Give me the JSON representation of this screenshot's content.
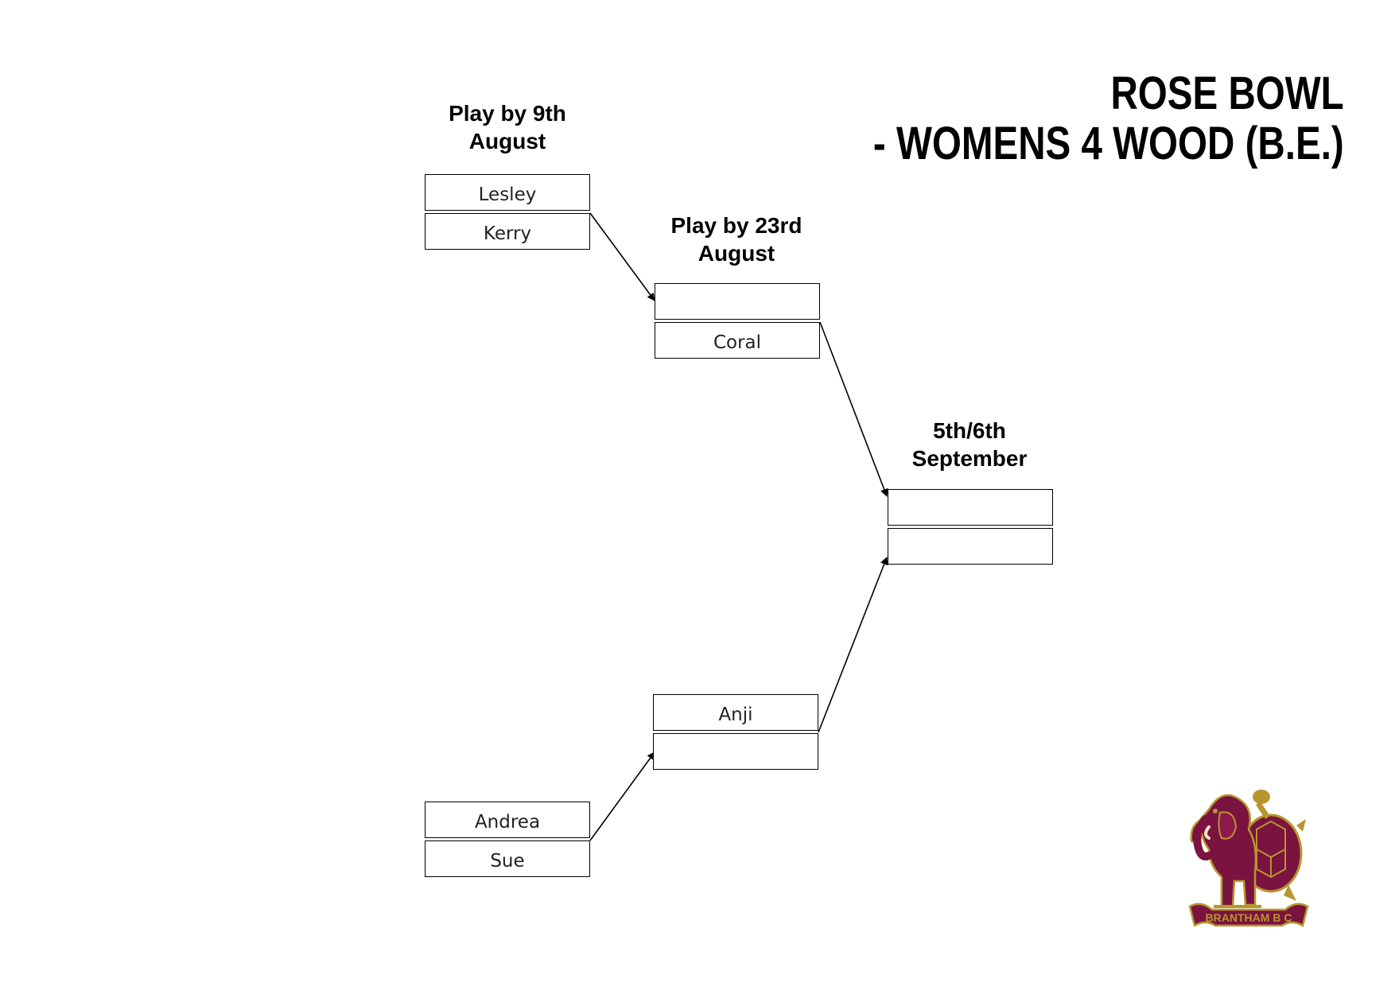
{
  "title": {
    "line1": "ROSE BOWL",
    "line2": "- WOMENS 4 WOOD (B.E.)"
  },
  "rounds": [
    {
      "heading_line1": "Play by 9th",
      "heading_line2": "August"
    },
    {
      "heading_line1": "Play by 23rd",
      "heading_line2": "August"
    },
    {
      "heading_line1": "5th/6th",
      "heading_line2": "September"
    }
  ],
  "matches": {
    "r1_top": {
      "player1": "Lesley",
      "player2": "Kerry"
    },
    "r2_top": {
      "player1": "",
      "player2": "Coral"
    },
    "final": {
      "player1": "",
      "player2": ""
    },
    "r2_bottom": {
      "player1": "Anji",
      "player2": ""
    },
    "r1_bottom": {
      "player1": "Andrea",
      "player2": "Sue"
    }
  },
  "logo": {
    "text": "BRANTHAM B C",
    "icon": "elephant-tortoise-crest-icon",
    "colors": {
      "maroon": "#7a1340",
      "gold": "#b8962e"
    }
  }
}
